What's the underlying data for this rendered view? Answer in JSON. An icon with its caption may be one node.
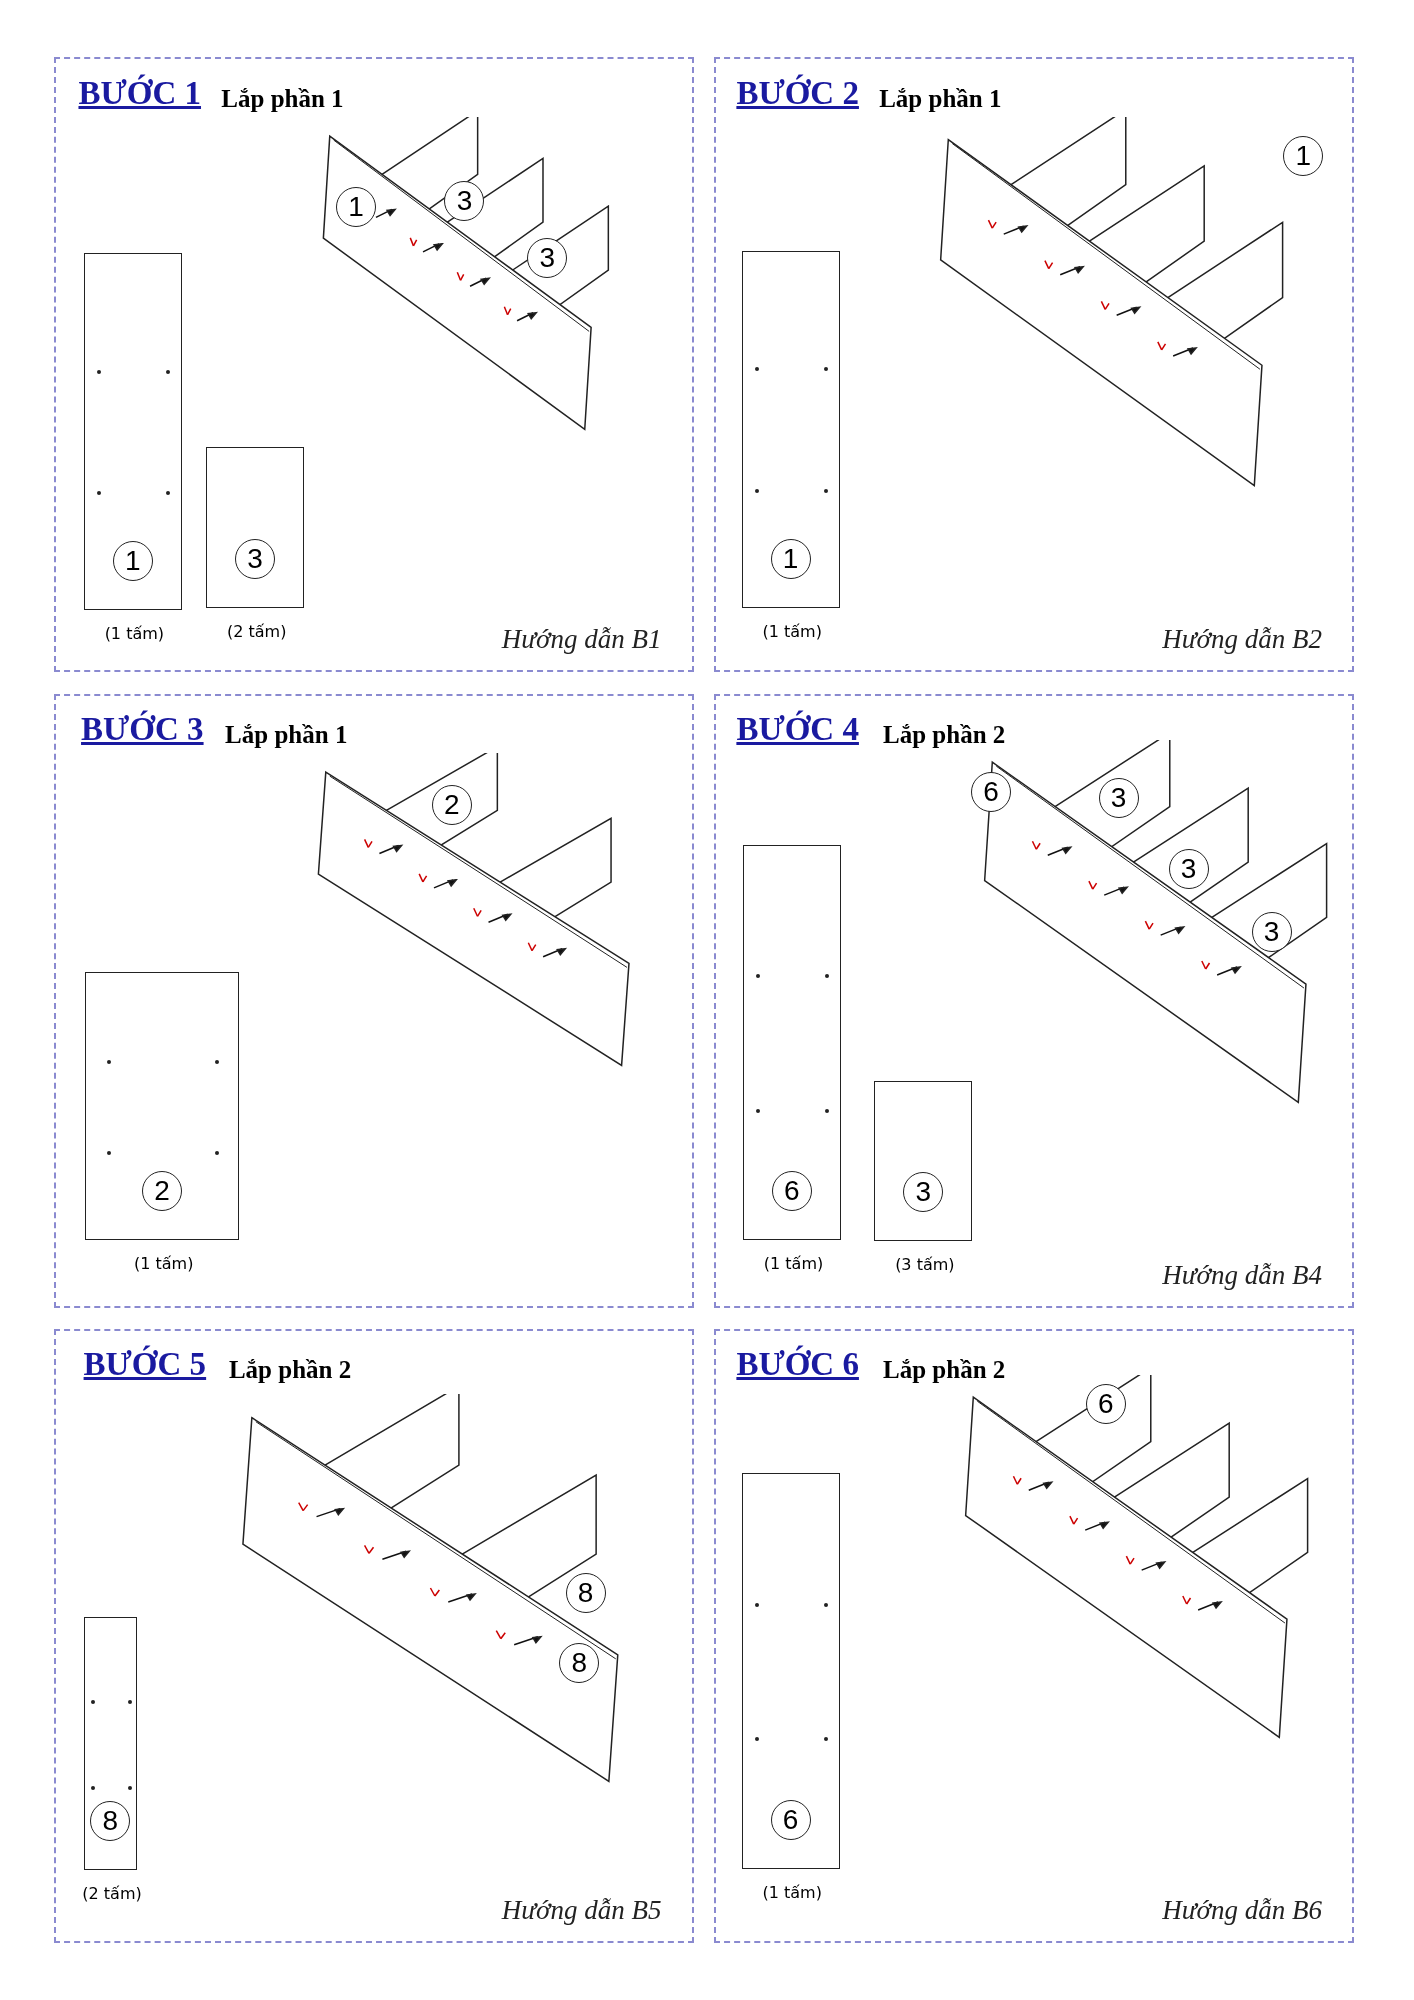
{
  "diagram": {
    "nodes": [
      {
        "text": [
          "BƯỚC 1",
          "Lắp phần 1",
          "Hướng dẫn B1"
        ]
      },
      {
        "text": [
          "1"
        ],
        "beside": [
          "(1 tấm)"
        ],
        "in": 0
      },
      {
        "text": [
          "3"
        ],
        "beside": [
          "(2 tấm)"
        ],
        "in": 0
      },
      {
        "text": [
          "1",
          "3",
          "3"
        ],
        "in": 0
      },
      {
        "text": [
          "BƯỚC 2",
          "Lắp phần 1",
          "Hướng dẫn B2"
        ]
      },
      {
        "text": [
          "1"
        ],
        "beside": [
          "(1 tấm)"
        ],
        "in": 4
      },
      {
        "text": [
          "1"
        ],
        "in": 4
      },
      {
        "text": [
          "BƯỚC 3",
          "Lắp phần 1"
        ]
      },
      {
        "text": [
          "2"
        ],
        "beside": [
          "(1 tấm)"
        ],
        "in": 7
      },
      {
        "text": [
          "2"
        ],
        "in": 7
      },
      {
        "text": [
          "BƯỚC 4",
          "Lắp phần 2",
          "Hướng dẫn B4"
        ]
      },
      {
        "text": [
          "6"
        ],
        "beside": [
          "(1 tấm)"
        ],
        "in": 10
      },
      {
        "text": [
          "3"
        ],
        "beside": [
          "(3 tấm)"
        ],
        "in": 10
      },
      {
        "text": [
          "6",
          "3",
          "3",
          "3"
        ],
        "in": 10
      },
      {
        "text": [
          "BƯỚC 5",
          "Lắp phần 2",
          "Hướng dẫn B5"
        ]
      },
      {
        "text": [
          "8"
        ],
        "beside": [
          "(2 tấm)"
        ],
        "in": 14
      },
      {
        "text": [
          "8",
          "8"
        ],
        "in": 14
      },
      {
        "text": [
          "BƯỚC 6",
          "Lắp phần 2",
          "Hướng dẫn B6"
        ]
      },
      {
        "text": [
          "6"
        ],
        "beside": [
          "(1 tấm)"
        ],
        "in": 17
      },
      {
        "text": [
          "6"
        ],
        "in": 17
      }
    ]
  }
}
